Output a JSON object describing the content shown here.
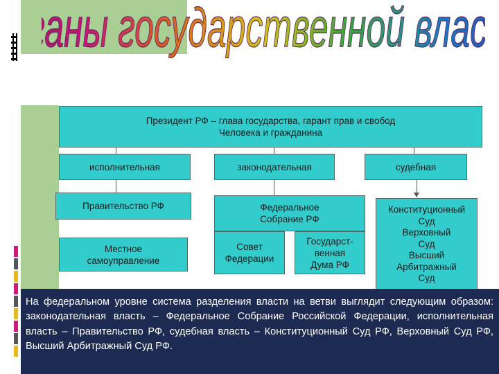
{
  "title": "Органы государственной власти.",
  "colors": {
    "box_fill": "#33cccc",
    "caption_bg": "#1d2b52",
    "accent_green": "#a9cf94",
    "title_gradient": [
      "#8a1a5a",
      "#c8147a",
      "#e06a1a",
      "#d4c214",
      "#3aa83a",
      "#1a78c8",
      "#3a2aa8"
    ]
  },
  "diagram": {
    "president": "Президент РФ – глава государства, гарант прав и свобод\nЧеловека и гражданина",
    "branches": {
      "executive": "исполнительная",
      "legislative": "законодательная",
      "judicial": "судебная"
    },
    "government": "Правительство РФ",
    "local": "Местное\nсамоуправление",
    "federal_assembly": "Федеральное\nСобрание РФ",
    "federation_council": "Совет\nФедерации",
    "state_duma": "Государст-\nвенная\nДума РФ",
    "courts": "Конституционный\nСуд\nВерховный\nСуд\nВысший\nАрбитражный\nСуд"
  },
  "caption": "На федеральном уровне система разделения власти на ветви выглядит следующим образом: законодательная власть – Федеральное Собрание Российской Федерации, исполнительная власть – Правительство РФ, судебная власть – Конституционный Суд РФ, Верховный Суд РФ, Высший Арбитражный Суд РФ."
}
